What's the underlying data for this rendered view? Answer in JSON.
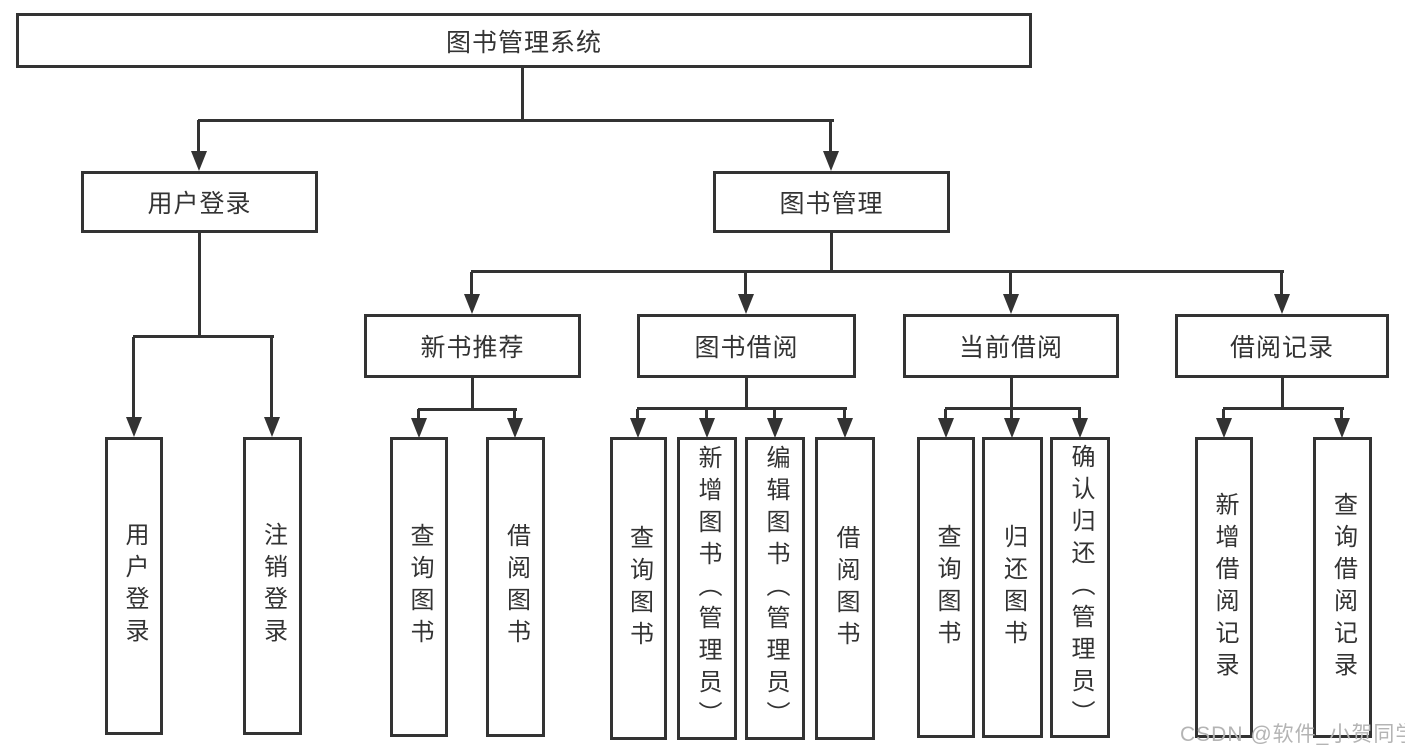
{
  "diagram": {
    "type": "functional-structure-tree",
    "title": "图书管理系统"
  },
  "tree": {
    "root": {
      "label": "图书管理系统",
      "children": [
        {
          "label": "用户登录",
          "children": [
            {
              "label": "用户登录"
            },
            {
              "label": "注销登录"
            }
          ]
        },
        {
          "label": "图书管理",
          "children": [
            {
              "label": "新书推荐",
              "children": [
                {
                  "label": "查询图书"
                },
                {
                  "label": "借阅图书"
                }
              ]
            },
            {
              "label": "图书借阅",
              "children": [
                {
                  "label": "查询图书"
                },
                {
                  "label": "新增图书（管理员）"
                },
                {
                  "label": "编辑图书（管理员）"
                },
                {
                  "label": "借阅图书"
                }
              ]
            },
            {
              "label": "当前借阅",
              "children": [
                {
                  "label": "查询图书"
                },
                {
                  "label": "归还图书"
                },
                {
                  "label": "确认归还（管理员）"
                }
              ]
            },
            {
              "label": "借阅记录",
              "children": [
                {
                  "label": "新增借阅记录"
                },
                {
                  "label": "查询借阅记录"
                }
              ]
            }
          ]
        }
      ]
    }
  },
  "watermark": {
    "text": "CSDN @软件_小贺同学"
  },
  "colors": {
    "line": "#333333",
    "text": "#333333",
    "watermark": "#b4b4b4",
    "background": "#ffffff"
  }
}
